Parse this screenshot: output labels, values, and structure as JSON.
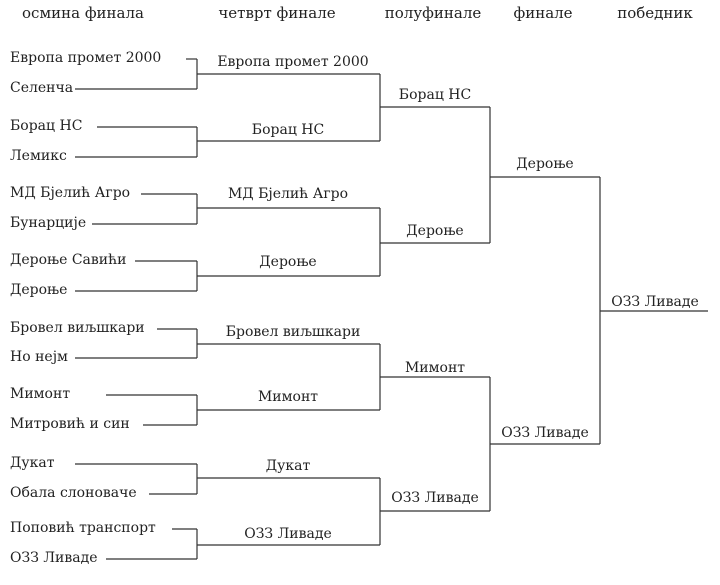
{
  "headers": [
    "осмина финала",
    "четврт финале",
    "полуфинале",
    "финале",
    "победник"
  ],
  "round_of_16": [
    "Европа промет 2000",
    "Селенча",
    "Борац НС",
    "Лемикс",
    "МД Бјелић Агро",
    "Бунарције",
    "Дероње Савићи",
    "Дероње",
    "Бровел виљшкари",
    "Но нејм",
    "Мимонт",
    "Митровић и син",
    "Дукат",
    "Обала слоноваче",
    "Поповић транспорт",
    "ОЗЗ Ливаде"
  ],
  "quarterfinal_winners": [
    "Европа промет 2000",
    "Борац НС",
    "МД Бјелић Агро",
    "Дероње",
    "Бровел виљшкари",
    "Мимонт",
    "Дукат",
    "ОЗЗ Ливаде"
  ],
  "semifinal_winners": [
    "Борац НС",
    "Дероње",
    "Мимонт",
    "ОЗЗ Ливаде"
  ],
  "final_winners": [
    "Дероње",
    "ОЗЗ Ливаде"
  ],
  "champion": "ОЗЗ Ливаде"
}
